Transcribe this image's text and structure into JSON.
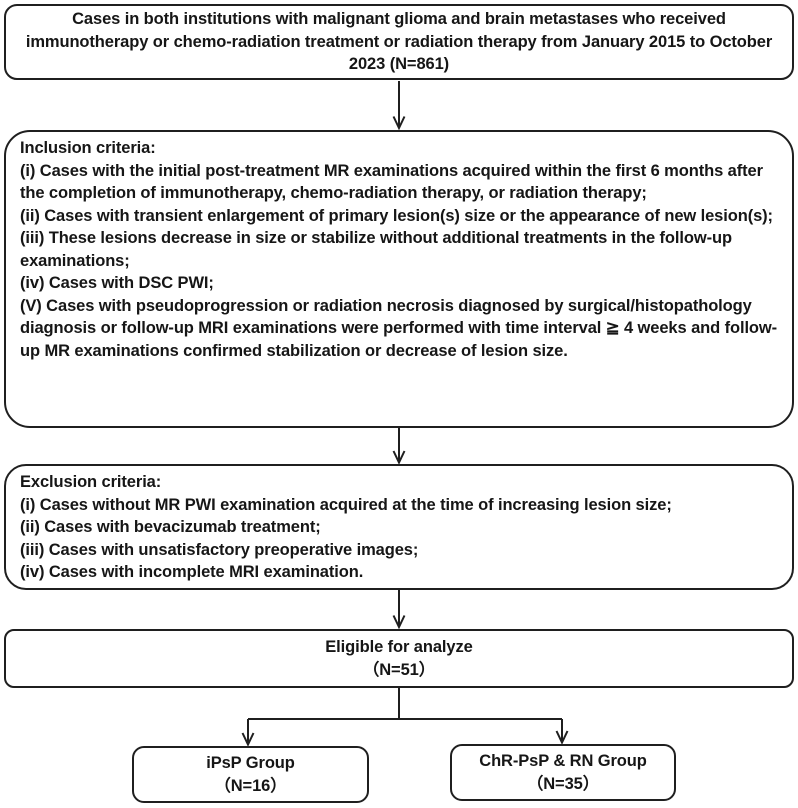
{
  "diagram": {
    "top_box": {
      "text": "Cases in both institutions with malignant glioma and brain metastases who received immunotherapy or chemo-radiation treatment or radiation therapy from January 2015 to October 2023 (N=861)"
    },
    "inclusion": {
      "title": "Inclusion criteria:",
      "items": [
        "(i) Cases with the initial post-treatment MR examinations acquired within the first 6 months after the completion of immunotherapy, chemo-radiation therapy, or radiation therapy;",
        "(ii) Cases with transient enlargement of primary lesion(s) size or the appearance of new lesion(s);",
        "(iii) These lesions decrease in size or stabilize without additional treatments in the follow-up examinations;",
        "(iv) Cases with DSC PWI;",
        "(V) Cases with pseudoprogression or radiation necrosis diagnosed by surgical/histopathology diagnosis or follow-up MRI examinations were performed with time interval ≧ 4 weeks and follow-up MR examinations confirmed stabilization or decrease of lesion size."
      ]
    },
    "exclusion": {
      "title": "Exclusion criteria:",
      "items": [
        "(i) Cases without MR PWI examination acquired at the time of increasing lesion size;",
        "(ii) Cases with bevacizumab treatment;",
        "(iii) Cases with unsatisfactory preoperative images;",
        "(iv) Cases with incomplete MRI examination."
      ]
    },
    "eligible_box": {
      "line1": "Eligible for analyze",
      "line2": "（N=51）"
    },
    "ipsp_box": {
      "line1": "iPsP Group",
      "line2": "（N=16）"
    },
    "chr_box": {
      "line1": "ChR-PsP & RN Group",
      "line2": "（N=35）"
    },
    "colors": {
      "line": "#1f1f1f",
      "background": "#ffffff"
    }
  }
}
